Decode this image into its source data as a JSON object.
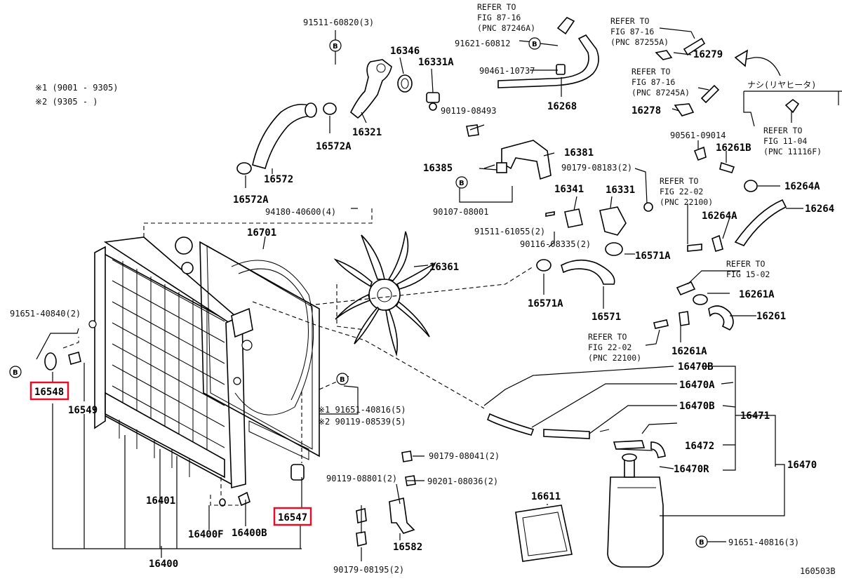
{
  "legend": {
    "note1": "※1 (9001 - 9305)",
    "note2": "※2 (9305 -      )"
  },
  "japanese_note": "ナシ(リヤヒータ)",
  "diagram_id": "160503B",
  "refers": {
    "r1": [
      "REFER TO",
      "FIG 87-16",
      "(PNC 87246A)"
    ],
    "r2": [
      "REFER TO",
      "FIG 87-16",
      "(PNC 87255A)"
    ],
    "r3": [
      "REFER TO",
      "FIG 87-16",
      "(PNC 87245A)"
    ],
    "r4": [
      "REFER TO",
      "FIG 11-04",
      "(PNC 11116F)"
    ],
    "r5": [
      "REFER TO",
      "FIG 22-02",
      "(PNC 22100)"
    ],
    "r6": [
      "REFER TO",
      "FIG 15-02"
    ],
    "r7": [
      "REFER TO",
      "FIG 22-02",
      "(PNC 22100)"
    ]
  },
  "labels": {
    "p91511_60820": "91511-60820(3)",
    "p16346": "16346",
    "p16331A": "16331A",
    "p16321": "16321",
    "p16572A_a": "16572A",
    "p16572": "16572",
    "p16572A_b": "16572A",
    "p91621_60812": "91621-60812",
    "p90461_10737": "90461-10737",
    "p16268": "16268",
    "p90119_08493": "90119-08493",
    "p16279": "16279",
    "p16278": "16278",
    "p90561_09014": "90561-09014",
    "p16261B": "16261B",
    "p16381": "16381",
    "p16385": "16385",
    "p90179_08183": "90179-08183(2)",
    "p90107_08001": "90107-08001",
    "p16341": "16341",
    "p16331": "16331",
    "p16264A_a": "16264A",
    "p16264": "16264",
    "p94180_40600": "94180-40600(4)",
    "p91511_61055": "91511-61055(2)",
    "p16264A_b": "16264A",
    "p16701": "16701",
    "p90116_08335": "90116-08335(2)",
    "p16571A_a": "16571A",
    "p16361": "16361",
    "p16571A_b": "16571A",
    "p16571": "16571",
    "p16261A_a": "16261A",
    "p16261": "16261",
    "p16261A_b": "16261A",
    "p91651_40840": "91651-40840(2)",
    "p16548": "16548",
    "p16549": "16549",
    "p16470B_a": "16470B",
    "p16470A": "16470A",
    "p16470B_b": "16470B",
    "p16471": "16471",
    "p91651_40816_5": "※1 91651-40816(5)",
    "p90119_08539": "※2 90119-08539(5)",
    "p16472": "16472",
    "p16470R": "16470R",
    "p16470": "16470",
    "p90179_08041": "90179-08041(2)",
    "p90119_08801": "90119-08801(2)",
    "p90201_08036": "90201-08036(2)",
    "p16401": "16401",
    "p16547": "16547",
    "p16611": "16611",
    "p16400F": "16400F",
    "p16400B": "16400B",
    "p16582": "16582",
    "p16400": "16400",
    "p90179_08195": "90179-08195(2)",
    "p91651_40816_3": "91651-40816(3)"
  },
  "highlighted_parts": [
    "16548",
    "16547"
  ],
  "highlight_color": "#e0102a",
  "badge_letter": "B"
}
